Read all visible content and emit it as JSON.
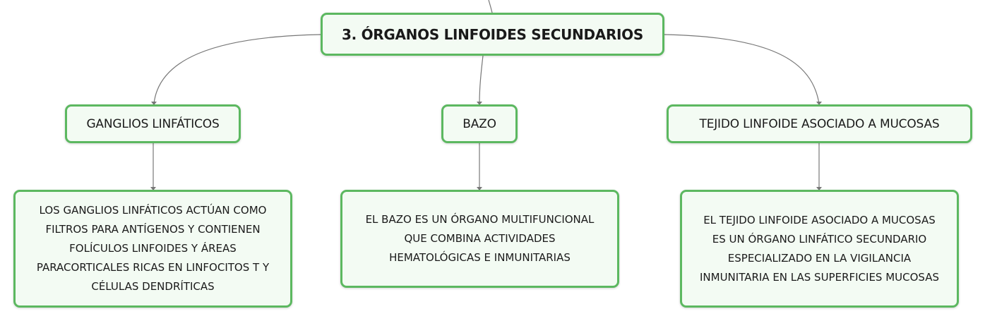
{
  "colors": {
    "border": "#5cb860",
    "fill": "#f3fbf3",
    "line": "#777777"
  },
  "root": {
    "label": "3. ÓRGANOS LINFOIDES SECUNDARIOS"
  },
  "topics": [
    {
      "label": "GANGLIOS LINFÁTICOS"
    },
    {
      "label": "BAZO"
    },
    {
      "label": "TEJIDO LINFOIDE ASOCIADO A MUCOSAS"
    }
  ],
  "details": [
    {
      "lines": [
        "LOS GANGLIOS LINFÁTICOS ACTÚAN COMO",
        "FILTROS PARA ANTÍGENOS Y CONTIENEN",
        "FOLÍCULOS LINFOIDES Y ÁREAS",
        "PARACORTICALES RICAS EN LINFOCITOS T Y",
        "CÉLULAS DENDRÍTICAS"
      ]
    },
    {
      "lines": [
        "EL BAZO ES UN ÓRGANO MULTIFUNCIONAL",
        "QUE COMBINA ACTIVIDADES",
        "HEMATOLÓGICAS E INMUNITARIAS"
      ]
    },
    {
      "lines": [
        "EL TEJIDO LINFOIDE ASOCIADO A MUCOSAS",
        "ES UN ÓRGANO LINFÁTICO SECUNDARIO",
        "ESPECIALIZADO EN LA VIGILANCIA",
        "INMUNITARIA EN LAS SUPERFICIES MUCOSAS"
      ]
    }
  ]
}
